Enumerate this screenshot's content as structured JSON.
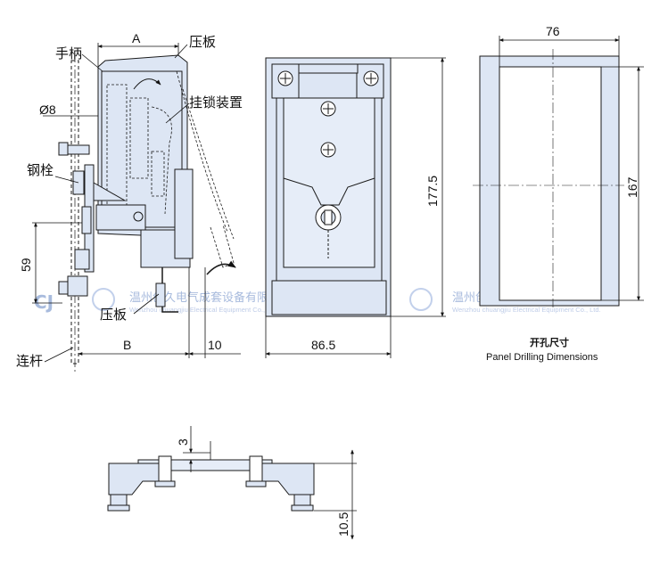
{
  "labels": {
    "handle": "手柄",
    "pressure_plate_top": "压板",
    "hanging_lock": "挂锁装置",
    "diameter": "Ø8",
    "steel_bolt": "钢栓",
    "pressure_plate_bottom": "压板",
    "link_rod": "连杆",
    "panel_cutout_cn": "开孔尺寸",
    "panel_cutout_en": "Panel Drilling Dimensions"
  },
  "dimensions": {
    "a": "A",
    "b": "B",
    "d59": "59",
    "d10": "10",
    "d86_5": "86.5",
    "d177_5": "177.5",
    "d76": "76",
    "d167": "167",
    "d3": "3",
    "d10_5": "10.5"
  },
  "watermark": {
    "cn": "温州创久电气成套设备有限公司",
    "en": "Wenzhou chuangjiu Electrical Equipment Co., Ltd."
  },
  "colors": {
    "part_fill": "#dde6f4",
    "line": "#1a1a1a",
    "watermark": "#9ab0d8"
  }
}
